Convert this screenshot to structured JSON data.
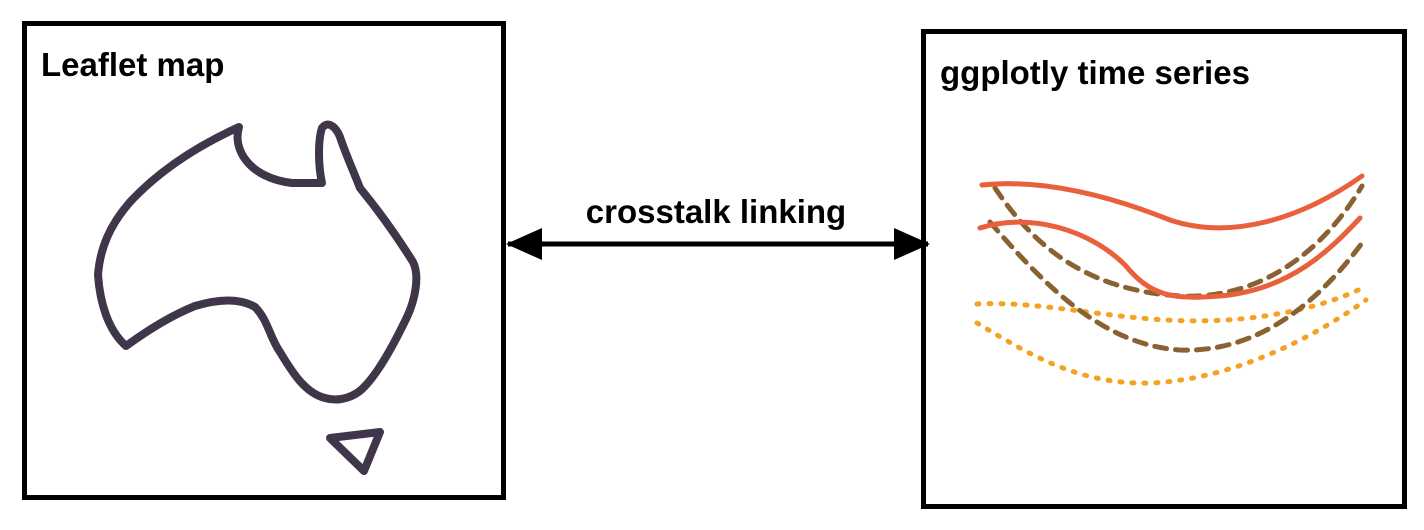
{
  "left_panel": {
    "title": "Leaflet map",
    "icon": "australia-map-icon",
    "outline_color": "#3f3649"
  },
  "right_panel": {
    "title": "ggplotly time series",
    "icon": "time-series-lines-icon",
    "line_colors": {
      "solid": "#e8603c",
      "dashed": "#8a6232",
      "dotted": "#f3a224"
    }
  },
  "link": {
    "label": "crosstalk linking",
    "icon": "double-arrow-icon"
  }
}
